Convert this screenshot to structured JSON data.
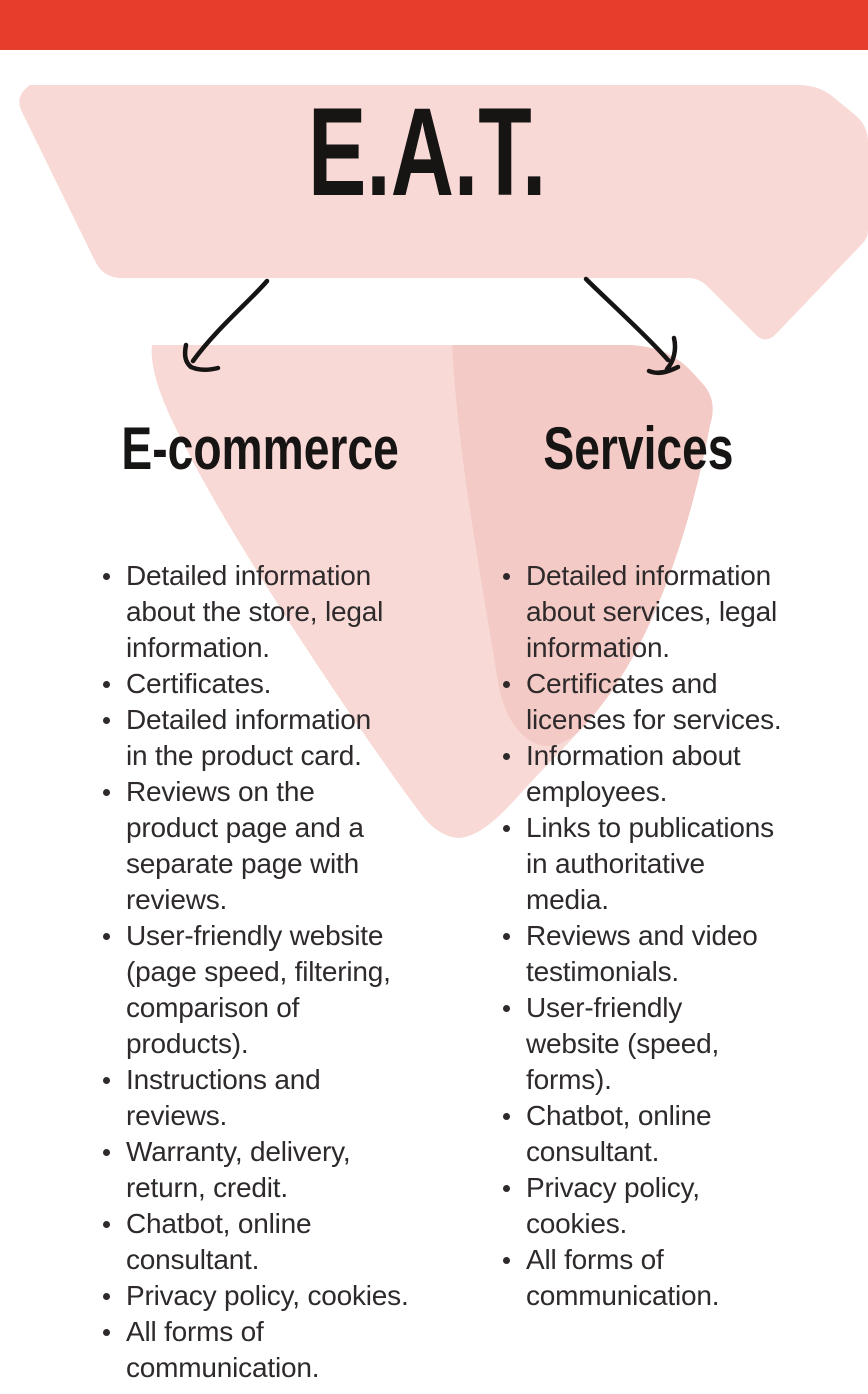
{
  "page": {
    "kind": "infographic",
    "top_bar_color": "#e63e2c",
    "background_color": "#ffffff",
    "watermark_color": "#f8d9d6",
    "watermark_overlap_color": "#f2c7c2",
    "text_color": "#2e2a2b",
    "heading_color": "#171414"
  },
  "title": "E.A.T.",
  "icons": {
    "arrow_left": "hand-drawn-arrow-down-left",
    "arrow_right": "hand-drawn-arrow-down-right",
    "bullet": "round-dot"
  },
  "branches": [
    {
      "heading": "E-commerce",
      "items": [
        "Detailed information\nabout the store, legal\ninformation.",
        "Certificates.",
        "Detailed information\nin the product card.",
        "Reviews on the\nproduct page and a\nseparate page with\nreviews.",
        "User-friendly website\n(page speed, filtering,\ncomparison of\nproducts).",
        "Instructions and\nreviews.",
        "Warranty, delivery,\nreturn, credit.",
        "Chatbot, online\nconsultant.",
        "Privacy policy, cookies.",
        "All forms of\ncommunication."
      ]
    },
    {
      "heading": "Services",
      "items": [
        "Detailed information\nabout services, legal\ninformation.",
        "Certificates and\nlicenses for services.",
        "Information about\nemployees.",
        "Links to publications\nin authoritative\nmedia.",
        "Reviews and video\ntestimonials.",
        "User-friendly\nwebsite (speed,\nforms).",
        "Chatbot, online\nconsultant.",
        "Privacy policy,\ncookies.",
        "All forms of\ncommunication."
      ]
    }
  ]
}
